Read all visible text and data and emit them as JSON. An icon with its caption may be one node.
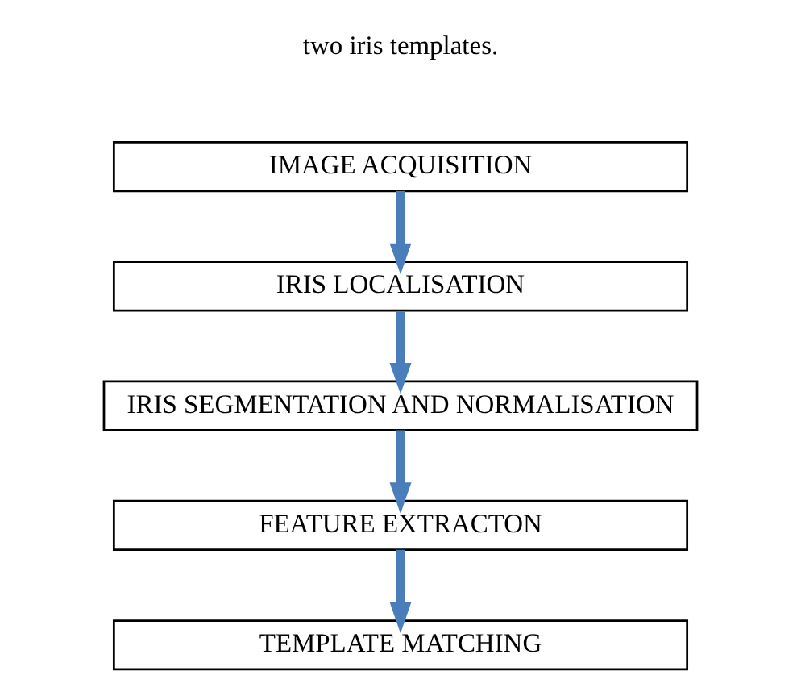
{
  "diagram": {
    "nodes": [
      {
        "text": [
          "IMAGE ACQUISITION"
        ]
      },
      {
        "text": [
          "IRIS LOCALISATION"
        ]
      },
      {
        "text": [
          "IRIS SEGMENTATION AND NORMALISATION"
        ]
      },
      {
        "text": [
          "FEATURE EXTRACTON"
        ]
      },
      {
        "text": [
          "TEMPLATE MATCHING"
        ]
      }
    ],
    "edges": [
      {
        "from": 0,
        "to": 1,
        "arrow": "to"
      },
      {
        "from": 1,
        "to": 2,
        "arrow": "to"
      },
      {
        "from": 2,
        "to": 3,
        "arrow": "to"
      },
      {
        "from": 3,
        "to": 4,
        "arrow": "to"
      }
    ],
    "labels": [
      "two iris templates."
    ]
  }
}
